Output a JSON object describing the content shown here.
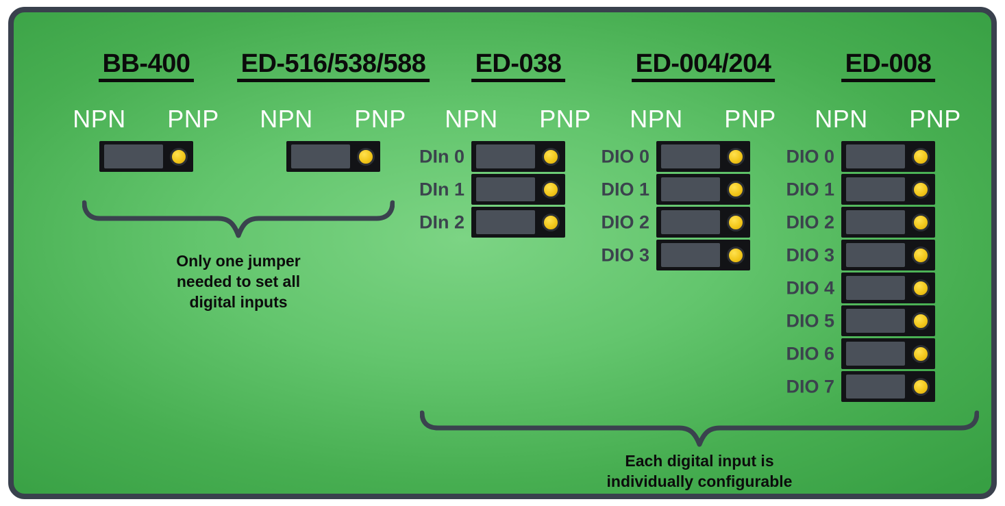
{
  "diagram": {
    "description_setting": "PNP",
    "columns": [
      {
        "title": "BB-400",
        "npn_label": "NPN",
        "pnp_label": "PNP",
        "rows": [
          {
            "label": ""
          }
        ]
      },
      {
        "title": "ED-516/538/588",
        "npn_label": "NPN",
        "pnp_label": "PNP",
        "rows": [
          {
            "label": ""
          }
        ]
      },
      {
        "title": "ED-038",
        "npn_label": "NPN",
        "pnp_label": "PNP",
        "rows": [
          {
            "label": "DIn 0"
          },
          {
            "label": "DIn 1"
          },
          {
            "label": "DIn 2"
          }
        ]
      },
      {
        "title": "ED-004/204",
        "npn_label": "NPN",
        "pnp_label": "PNP",
        "rows": [
          {
            "label": "DIO 0"
          },
          {
            "label": "DIO 1"
          },
          {
            "label": "DIO 2"
          },
          {
            "label": "DIO 3"
          }
        ]
      },
      {
        "title": "ED-008",
        "npn_label": "NPN",
        "pnp_label": "PNP",
        "rows": [
          {
            "label": "DIO 0"
          },
          {
            "label": "DIO 1"
          },
          {
            "label": "DIO 2"
          },
          {
            "label": "DIO 3"
          },
          {
            "label": "DIO 4"
          },
          {
            "label": "DIO 5"
          },
          {
            "label": "DIO 6"
          },
          {
            "label": "DIO 7"
          }
        ]
      }
    ],
    "annotations": {
      "left": "Only one jumper\nneeded to set all\ndigital inputs",
      "bottom": "Each digital input is\nindividually configurable"
    },
    "colors": {
      "board_green_light": "#7cd484",
      "board_green_dark": "#379f43",
      "frame_slate": "#39414d",
      "block_black": "#121316",
      "jumper_cap_gray": "#4a5059",
      "pin_yellow": "#f2c71b",
      "channel_label_slate": "#3b434d",
      "header_white": "#fdfdfd",
      "title_black": "#0b0b0b"
    }
  }
}
